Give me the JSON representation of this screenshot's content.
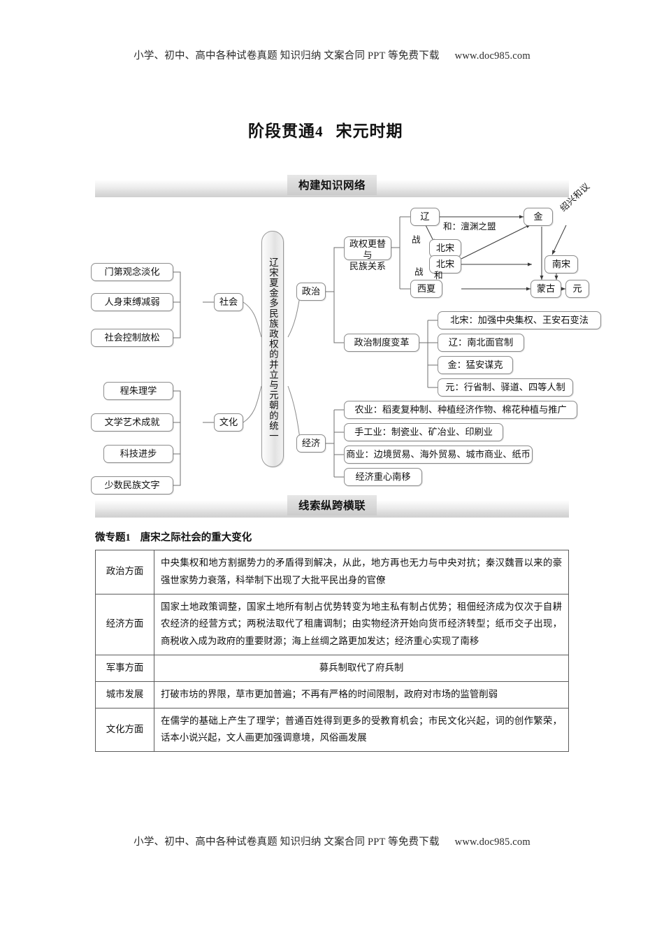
{
  "runner": {
    "text": "小学、初中、高中各种试卷真题  知识归纳  文案合同  PPT 等免费下载",
    "url": "www.doc985.com"
  },
  "title": {
    "prefix": "阶段贯通",
    "number": "4",
    "name": "宋元时期"
  },
  "sections": {
    "network_banner": "构建知识网络",
    "lines_banner": "线索纵跨横联"
  },
  "diagram": {
    "center": "辽宋夏金多民族政权的并立与元朝的统一",
    "branches": {
      "society": "社会",
      "culture": "文化",
      "politics": "政治",
      "economy": "经济"
    },
    "society_items": [
      "门第观念淡化",
      "人身束缚减弱",
      "社会控制放松"
    ],
    "culture_items": [
      "程朱理学",
      "文学艺术成就",
      "科技进步",
      "少数民族文字"
    ],
    "politics_groups": {
      "regimes": "政权更替与\n民族关系",
      "regimes_line1": "政权更替与",
      "regimes_line2": "民族关系",
      "system": "政治制度变革"
    },
    "regimes_nodes": {
      "liao": "辽",
      "jin": "金",
      "beisong": "北宋",
      "nansong": "南宋",
      "xixia": "西夏",
      "menggu": "蒙古",
      "yuan": "元"
    },
    "regimes_edge_labels": {
      "war_liao": "战",
      "peace_chanyuan": "和：澶渊之盟",
      "war_xixia": "战",
      "peace_xixia": "和",
      "shaoxing": "绍兴和议"
    },
    "system_items": [
      "北宋：加强中央集权、王安石变法",
      "辽：南北面官制",
      "金：猛安谋克",
      "元：行省制、驿道、四等人制"
    ],
    "economy_items": [
      "农业：稻麦复种制、种植经济作物、棉花种植与推广",
      "手工业：制瓷业、矿冶业、印刷业",
      "商业：边境贸易、海外贸易、城市商业、纸币",
      "经济重心南移"
    ]
  },
  "micro_topic": {
    "prefix": "微专题",
    "number": "1",
    "name": "唐宋之际社会的重大变化"
  },
  "table": {
    "rows": [
      {
        "label": "政治方面",
        "body": "中央集权和地方割据势力的矛盾得到解决，从此，地方再也无力与中央对抗；秦汉魏晋以来的豪强世家势力衰落，科举制下出现了大批平民出身的官僚",
        "center": false
      },
      {
        "label": "经济方面",
        "body": "国家土地政策调整，国家土地所有制占优势转变为地主私有制占优势；租佃经济成为仅次于自耕农经济的经营方式；两税法取代了租庸调制；由实物经济开始向货币经济转型；纸币交子出现，商税收入成为政府的重要财源；海上丝绸之路更加发达；经济重心实现了南移",
        "center": false
      },
      {
        "label": "军事方面",
        "body": "募兵制取代了府兵制",
        "center": true
      },
      {
        "label": "城市发展",
        "body": "打破市坊的界限，草市更加普遍；不再有严格的时间限制，政府对市场的监管削弱",
        "center": false
      },
      {
        "label": "文化方面",
        "body": "在儒学的基础上产生了理学；普通百姓得到更多的受教育机会；市民文化兴起，词的创作繁荣，话本小说兴起，文人画更加强调意境，风俗画发展",
        "center": false
      }
    ]
  }
}
